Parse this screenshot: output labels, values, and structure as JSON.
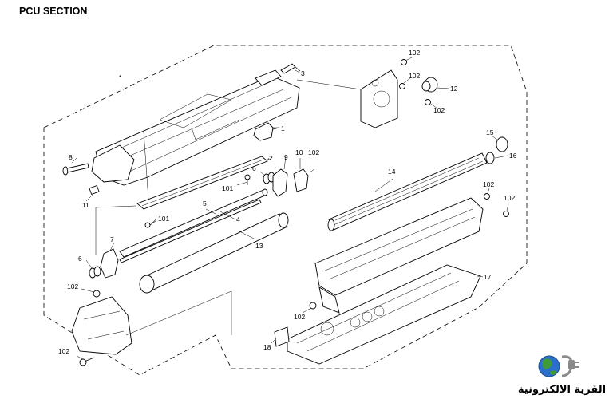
{
  "title": "PCU SECTION",
  "asterisk": "*",
  "callouts": {
    "c1": "1",
    "c2": "2",
    "c3": "3",
    "c4": "4",
    "c5": "5",
    "c6a": "6",
    "c6b": "6",
    "c7": "7",
    "c8": "8",
    "c9": "9",
    "c10": "10",
    "c11": "11",
    "c12": "12",
    "c13": "13",
    "c14": "14",
    "c15": "15",
    "c16": "16",
    "c17": "17",
    "c18": "18",
    "c101a": "101",
    "c101b": "101",
    "c102a": "102",
    "c102b": "102",
    "c102c": "102",
    "c102d": "102",
    "c102e": "102",
    "c102f": "102",
    "c102g": "102",
    "c102h": "102",
    "c102i": "102"
  },
  "watermark": {
    "text": "القرية الالكترونية",
    "icon": "globe-plug-icon",
    "colors": {
      "globe_blue": "#2a6fc9",
      "globe_green": "#3f9b3a",
      "plug_gray": "#8a8a8a"
    }
  }
}
